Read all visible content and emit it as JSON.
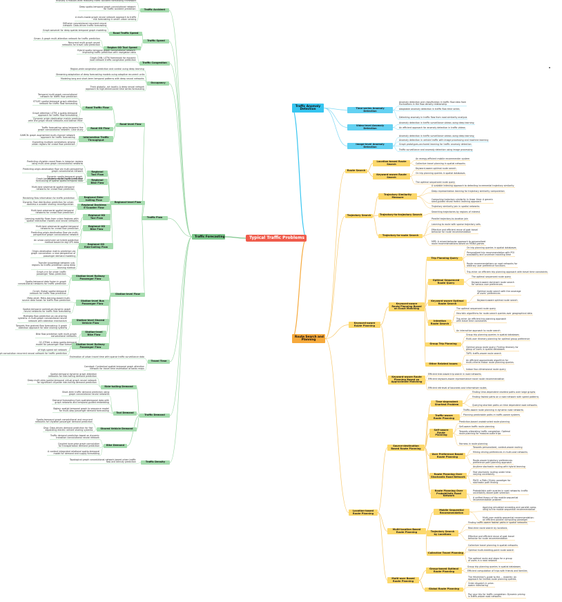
{
  "root": "Typical Traffic Problems",
  "colors": {
    "blue": "#36c5f0",
    "orange": "#f6a93b",
    "green": "#7cc68b",
    "root": "#ef5b4b"
  },
  "right": {
    "anomaly": {
      "label": "Traffic Anomaly\nDetection",
      "time_series": {
        "label": "Time-series Anomaly\nDetection",
        "leaves": [
          "Anomaly detection and classification in traffic flow data from\nfluctuations in the flow-density relationship",
          "Adaptable anomaly detection in traffic flow time series",
          "Detecting anomaly in traffic flow from road similarity analysis"
        ]
      },
      "video": {
        "label": "Video-level Anomaly\nDetection",
        "leaves": [
          "Anomaly detection in traffic surveillance videos using deep learning",
          "An efficient approach for anomaly detection in traffic videos"
        ]
      },
      "image": {
        "label": "Image-level Anomaly\nDetection",
        "leaves": [
          "Anomaly detection in traffic surveillance videos using deep learning",
          "Anomaly detection in vehicle traffic with image processing and machine learning",
          "Graph prototypes-anchored learning for traffic anomaly detection",
          "Traffic surveillance and anomaly detection using image processing"
        ]
      }
    },
    "route": {
      "label": "Route Search and\nPlanning",
      "route_search": {
        "label": "Route Search",
        "location": {
          "label": "Location-based Route\nSearch",
          "leaves": [
            "An energy-efficient mobile recommender system",
            "Collective travel planning in spatial networks"
          ]
        },
        "keyword": {
          "label": "Keyword-aware Route\nSearch",
          "leaves": [
            "Keyword-aware optimal route search",
            "On trip planning queries in spatial databases",
            "The optimal sequenced route query"
          ]
        }
      },
      "trajectory": {
        "label": "Trajectory Search",
        "similarity": {
          "label": "Trajectory Similarity\nMeasure",
          "leaves": [
            "A scalable indexing approach to detecting incremental trajectory similarity",
            "Deep representation learning for trajectory similarity computation",
            "Computing trajectory similarity in linear time: A generic\nseed-guided neural metric learning approach",
            "Trajectory similarity join in spatial networks"
          ]
        },
        "t2t": {
          "label": "Trajectory-to-trajectory Search",
          "leaves": [
            "Searching trajectories by regions of interest"
          ]
        },
        "t2r": {
          "label": "Trajectory-to-route Search",
          "leaves": [
            "Parallel trajectory-to-location join",
            "Learning to route with sparse trajectory sets",
            "Effective and efficient reuse of past travel\nbehavior for route recommendation",
            "MPE: A mixed-behavior approach to personalized\nroute recommendations based on MOBA games"
          ]
        }
      },
      "keyword_planning": {
        "label": "Keyword-aware\nRoute Planning",
        "exact": {
          "label": "Keyword-aware\nRoute Planning Based\non Exact Matching",
          "trip": {
            "label": "Trip Planning Query",
            "leaves": [
              "On trip planning queries in spatial databases",
              "Personalized trip recommendation with POI\navailability and uncertain traveling time",
              "Route recommendations on road networks for\narbitrary user preference functions",
              "Trip-mine: an efficient trip planning approach with travel time constraints"
            ]
          },
          "optimal_seq": {
            "label": "Optimal Sequenced\nRoute Query",
            "leaves": [
              "The optimal sequenced route query",
              "Keyword-aware dominant route search\nfor various user preferences"
            ]
          },
          "keyword_optimal": {
            "label": "Keyword-aware Optimal\nRoute Search",
            "leaves": [
              "Optimal route search with the coverage\nof users' preferences",
              "Keyword-aware optimal route search"
            ]
          },
          "intention": {
            "label": "Intention\nRoute Search",
            "leaves": [
              "The optimal sequenced route query",
              "Heuristic algorithms for route-search queries over geographical data",
              "Trip-mine: An efficient trip planning approach\nwith travel time constraints",
              "An interactive approach to route search"
            ]
          },
          "group": {
            "label": "Group Trip Planning",
            "leaves": [
              "Group trip planning queries in spatial databases",
              "Multi-user itinerary planning for optimal group preference",
              "Optimal group route query: Finding itinerary for\ngroup of users in spatial databases"
            ]
          },
          "other": {
            "label": "Other Related Issues",
            "leaves": [
              "TAPS: traffic-aware route search",
              "An efficient approximate algorithm for\nmulti-criteria indoor route planning queries",
              "Indoor four-dimensional route query"
            ]
          }
        },
        "approx": {
          "label": "Keyword-aware Route\nPlanning Based on\nApproximate Matching",
          "leaves": [
            "Efficient tree-based trip search in road networks",
            "Efficient keyword-aware representative travel route recommendation",
            "Efficient retrieval of bounded-cost informative routes"
          ]
        }
      },
      "location_planning": {
        "label": "Location-based\nRoute Planning",
        "source_dest": {
          "label": "Source-destination\nBased Route Planning",
          "time_dependent": {
            "label": "Time-dependent\nShortest Problem",
            "leaves": [
              "Finding time-dependent shortest paths over large graphs",
              "Finding fastest paths on a road network with speed patterns",
              "Querying shortest paths on time dependent road networks"
            ]
          },
          "traffic_aware": {
            "label": "Traffic-aware\nRoute Planning",
            "leaves": [
              "Traffic-aware route planning in dynamic road networks",
              "Planning predictable paths in traffic-aware systems"
            ]
          },
          "self_aware": {
            "label": "Self-aware\nRoute\nPlanning",
            "leaves": [
              "Prediction-based unobstructed route planning",
              "Self-aware traffic route planning",
              "Towards alleviating traffic congestion: Optimal\nroute planning for massive-scale trips",
              "Fairness in route planning"
            ]
          },
          "user_pref": {
            "label": "User Preference Based\nRoute Planning",
            "leaves": [
              "Towards personalized, context-aware routing",
              "Mining driving preferences in multi-cost networks",
              "Route-aware trajectory preferences:\npreference path planning approach"
            ]
          },
          "stochastic": {
            "label": "Route Planning Over\nStochastic Road Network",
            "leaves": [
              "Anytime stochastic routing with hybrid learning",
              "Fast stochastic routing under time-\nvarying uncertainty",
              "PACE: a PAth-CEntric paradigm for\nstochastic path finding"
            ]
          },
          "probabilistic": {
            "label": "Route Planning Over\nProbabilistic Road\nNetwork",
            "leaves": [
              "Probabilistic path queries in road networks: traffic\nuncertainty aware path selection",
              "A unified theory of the mobile sequential\nrecommendation problem"
            ]
          }
        },
        "multi_location": {
          "label": "Multi-location Based\nRoute Planning",
          "mobile_seq": {
            "label": "Mobile Sequential\nRecommendation",
            "leaves": [
              "Applying simulated annealing and parallel comp-\nuting to the mobile sequential recommendation",
              "Multi-user mobile sequential recommendation:\nan efficient parallel computing paradigm"
            ]
          },
          "traj_locations": {
            "label": "Trajectory Search\nby Locations",
            "leaves": [
              "Finding traffic-aware fastest paths in spatial networks",
              "Real-time route search by locations",
              "Effective and efficient reuse of past travel\nbehavior for route recommendation"
            ]
          },
          "collective": {
            "label": "Collective Travel Planning",
            "leaves": [
              "Collective travel planning in spatial networks",
              "Optimal multi-meeting-point route search",
              "The optimal route and stops for a group\nof users in a road network"
            ]
          }
        },
        "multi_user": {
          "label": "Multi-user Based\nRoute Planning",
          "group_optimal": {
            "label": "Group-based Optimal\nRoute Planning",
            "leaves": [
              "Group trip planning queries in spatial databases",
              "Efficient computation of trips with friends and families"
            ]
          },
          "global": {
            "label": "Global Route Planning",
            "leaves": [
              "The Hitchhiker's guide to the ... mobility: An\napproach for limited-route planning queries",
              "Order dispatch in price-\naware ridesharing",
              "Pay your trip for traffic congestion: Dynamic pricing\nin traffic-aware road networks"
            ]
          }
        }
      }
    }
  },
  "left": {
    "forecasting": {
      "label": "Traffic Forecasting",
      "accident": {
        "label": "Traffic Accident",
        "leaves": [
          "RiskSeq: a mission-level relatively traffic accident forecasting framework",
          "Deep spatio-temporal graph convolutional network\nfor traffic accident prediction",
          "A multi-modal graph neural network approach to traffic\nrisk forecasting in smart urban sensing"
        ]
      },
      "speed": {
        "label": "Traffic Speed",
        "road": {
          "label": "Road Traffic Speed",
          "leaves": [
            "Diffusion convolutional recurrent neural\nnetwork: Data-driven traffic forecasting",
            "Graph wavenet for deep spatial-temporal graph modeling"
          ]
        },
        "od": {
          "label": "Region OD Taxi Speed",
          "leaves": [
            "Gman: A graph multi-attention network for traffic prediction",
            "Recurrent multi-graph neural\nnetworks for travel cost prediction"
          ]
        }
      },
      "congestion": {
        "label": "Traffic Congestion",
        "leaves": [
          "Hybrid spatio-temporal graph convolutional network:\nImproving traffic prediction with navigation data",
          "Graph-CNN: LSTM framework for dynamic\nroad network traffic congestion prediction"
        ]
      },
      "occupancy": {
        "label": "Occupancy",
        "leaves": [
          "Region-wide congestion prediction and control using deep learning",
          "Streaming adaptation of deep forecasting models using adaptive recurrent units",
          "Modeling long and short-term temporal patterns with deep neural networks",
          "Think globally, act locally: A deep neural network\napproach to high-dimensional time series forecasting"
        ]
      },
      "flow": {
        "label": "Traffic Flow",
        "road": {
          "label": "Road-level Flow",
          "road_traffic": {
            "label": "Road Traffic Flow",
            "leaves": [
              "Temporal multi-graph convolutional\nnetwork for traffic flow prediction",
              "STGAT: spatial-temporal graph attention\nnetwork for traffic flow forecasting",
              "Graph attention LSTM: a spatio-temporal\napproach for traffic flow forecasting"
            ]
          },
          "od": {
            "label": "Road OD Flow",
            "leaves": [
              "Dynamic origin-destination matrix prediction\nwith line graph neural networks and kalman filter",
              "Traffic forecasting using temporal line\ngraph convolutional network: Case study"
            ]
          },
          "intersection": {
            "label": "Intersection Traffic\nThroughput",
            "leaves": [
              "GAMCN: graph augmented multi-channel network\napproach for traffic forecasting",
              "Exploiting multiple correlations among\nurban regions for crowd flow prediction"
            ]
          }
        },
        "region": {
          "label": "Regional-level Flow",
          "taxi": {
            "label": "Regional\nTaxi Flow",
            "leaves": [
              "Predicting citywide crowd flows in irregular regions\nusing multi-view graph convolutional networks",
              "Dynamic spatio-temporal graph-\nbased crow for traffic prediction"
            ]
          },
          "bike": {
            "label": "Regional\nBike Flow",
            "leaves": [
              "Predicting origin-destination flow via multi-perspective\ngraph convolutional network",
              "Graph-based deep modeling and real time\nforecasting of sparse spatio-temporal data"
            ]
          },
          "ride": {
            "label": "Regional Ride-\nhailing Flow",
            "leaves": [
              "Multi-task adversarial spatial-temporal\nnetworks for crowd flow prediction",
              "Revisiting flow information for traffic prediction"
            ]
          },
          "cluster": {
            "label": "Regional Dockless\nE-Scooter Flow",
            "leaves": [
              "Dynamic flow distribution prediction for urban\ndockless e-scooter sharing reconfiguration",
              "Multi-task adversarial spatial-temporal\nnetworks for crowd flow prediction"
            ]
          },
          "od_taxi": {
            "label": "Regional OD\nTaxi Flow",
            "leaves": [
              "Learning mobility flows from urban features with\nspatial interaction models and neural networks",
              "Multi-task adversarial spatial-temporal\nnetworks for crowd flow prediction"
            ]
          },
          "od_bike": {
            "label": "Regional OD\nBike Flow",
            "leaves": [
              "Predicting origin-destination flow via multi-\nperspective graph convolutional network",
              "An urban commuter od hybrid prediction\nmethod based on big GPS data"
            ]
          },
          "od_ride": {
            "label": "Regional OD\nRide-hailing Flow",
            "leaves": [
              "Origin-destination matrix prediction via\ngraph convolution: a new perspective of\npassenger demand modeling",
              "Transfer knowledge between sub-\nregions for traffic prediction using deep\nlearning method"
            ]
          }
        },
        "station": {
          "label": "Station-level Flow",
          "railway": {
            "label": "Station-level Railway\nPassenger Flow",
            "leaves": [
              "Graph-cnn for urban traffic\npassenger flows prediction",
              "Spatio-temporal data fusion in graph\nconvolutional networks for traffic prediction",
              "Gcnet: Global spatial-temporal\nnetwork for traffic flow prediction"
            ]
          },
          "bus": {
            "label": "Station-level Bus\nPassenger Flow",
            "leaves": [
              "Meta-stnet: Meta-learning-based multi-\nsource data fusion for traffic flow prediction",
              "Spatial-temporal contextual dynamic graph\nneural networks for traffic flow forecasting"
            ]
          },
          "shared": {
            "label": "Station-level Shared\nVehicle Flow",
            "leaves": [
              "Multistep flow prediction on car-sharing\nsystems: A multi-graph convolutional neural\nnetwork with attention mechanism",
              "Towards fine-grained flow forecasting: A graph\nattention approach for bike sharing systems"
            ]
          },
          "bike": {
            "label": "Station-level\nBike Flow",
            "leaves": [
              "Bike flow prediction with multi-graph\nconvolutional networks",
              "GC-STNet: a deep spatio-temporal\nmodel for passenger flow forecasting"
            ]
          },
          "railway2": {
            "label": "Station-level Railway\nPassenger Flow",
            "leaves": [
              "of high-speed rail network",
              "Optimized graph convolution recurrent neural network for traffic prediction"
            ]
          }
        }
      },
      "travel_time": {
        "label": "Travel Time",
        "leaves": [
          "Estimation of urban travel time with sparse traffic surveillance data",
          "Constgat: Contextual spatial-temporal graph attention\nnetwork for travel time estimation at baidu maps"
        ]
      },
      "demand": {
        "label": "Traffic Demand",
        "ride": {
          "label": "Ride-hailing Demand",
          "leaves": [
            "Spatial-temporal dynamic graph attention\nnetworks for ride-hailing demand prediction",
            "Deep multi-view spatial-temporal virtual graph neural network\nfor significant citywide ride-hailing demand prediction"
          ]
        },
        "taxi": {
          "label": "Taxi Demand",
          "leaves": [
            "Short-term traffic demand prediction using\ngraph convolutional neural networks",
            "Demand forecasting from spatiotemporal data with\ngraph networks and temporal-guided embedding",
            "Stgkey: spatial-temporal graph to sequence model\nfor multi-step passenger demand forecasting"
          ]
        },
        "shared": {
          "label": "Shared Vehicle Demand",
          "leaves": [
            "Spatio-temporal graph convolutional and recurrent\nnetworks for citywide passenger demand prediction",
            "Dlsp: Data-driven demand prediction for fast\nexpanding electric vehicle sharing systems"
          ]
        },
        "bike": {
          "label": "Bike Demand",
          "leaves": [
            "Traffic demand prediction based on dynamic\ntransition convolutional neural network",
            "Coupled layer-wise graph convolution\nfor transportation demand prediction",
            "A context integrated relational spatio-temporal\nmodel for demand and supply forecasting"
          ]
        }
      },
      "density": {
        "label": "Traffic Density",
        "leaves": [
          "Topological graph convolutional network-based urban traffic\nflow and density prediction"
        ]
      }
    }
  }
}
